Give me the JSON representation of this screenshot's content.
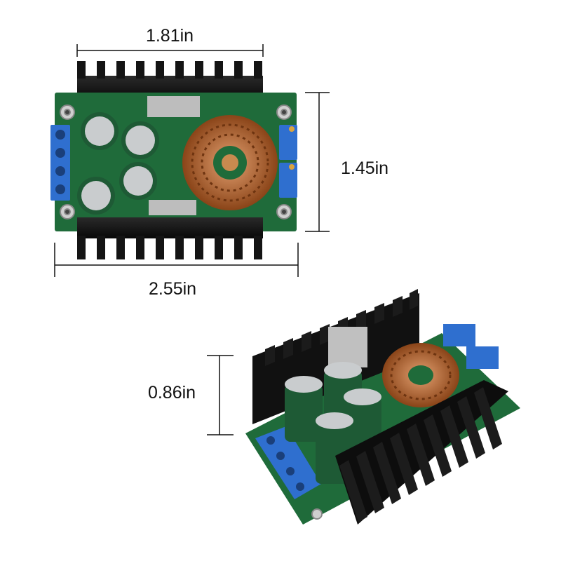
{
  "dimensions": {
    "top_width": "1.81in",
    "height": "1.45in",
    "full_width": "2.55in",
    "depth": "0.86in"
  },
  "colors": {
    "background": "#ffffff",
    "pcb": "#1f6b3a",
    "heatsink": "#141414",
    "terminal": "#2f6fcf",
    "copper": "#b0622c",
    "capacitor": "#1e5a35",
    "dimension_line": "#111111"
  }
}
